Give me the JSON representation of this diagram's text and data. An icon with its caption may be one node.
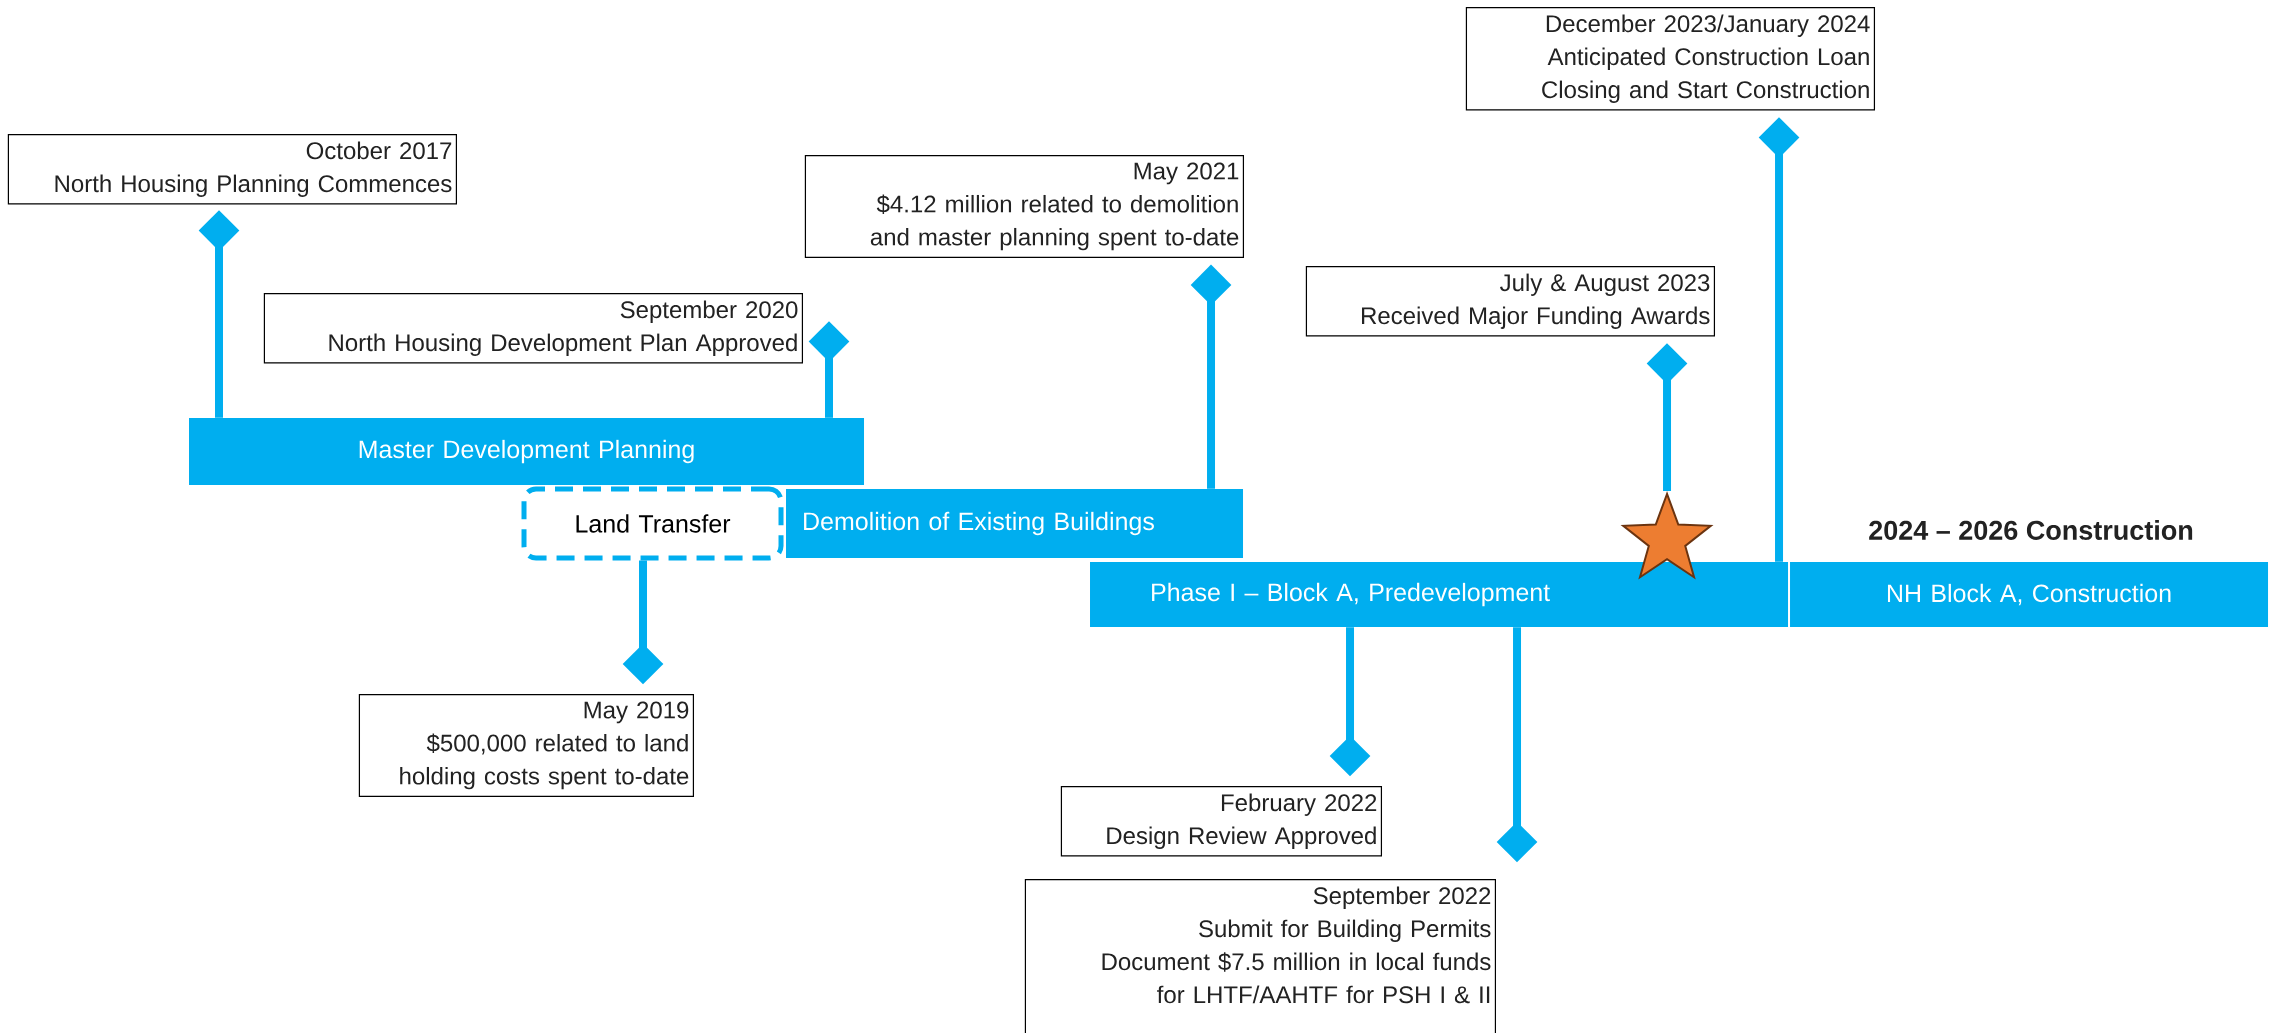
{
  "diagram": {
    "nodes": [
      {
        "text": [
          "December 2023/January 2024",
          "Anticipated Construction Loan Closing and Start Construction"
        ]
      },
      {
        "text": [
          "October 2017",
          "North Housing Planning Commences"
        ]
      },
      {
        "text": [
          "May 2021",
          "$4.12 million related to demolition and master planning spent to-date"
        ]
      },
      {
        "text": [
          "July & August 2023",
          "Received Major Funding Awards"
        ]
      },
      {
        "text": [
          "September 2020",
          "North Housing Development Plan Approved"
        ]
      },
      {
        "text": [
          "Master Development Planning"
        ]
      },
      {
        "text": [
          "Land Transfer"
        ]
      },
      {
        "text": [
          "Demolition of Existing Buildings"
        ]
      },
      {
        "text": [],
        "shape": "star"
      },
      {
        "text": [
          "Phase I – Block A, Predevelopment"
        ]
      },
      {
        "text": [
          "NH Block A, Construction"
        ],
        "beside": [
          "2024 – 2026 Construction"
        ]
      },
      {
        "text": [
          "May 2019",
          "$500,000 related to land holding costs spent to-date"
        ]
      },
      {
        "text": [
          "February 2022",
          "Design Review Approved"
        ]
      },
      {
        "text": [
          "September 2022",
          "Submit for Building Permits",
          "Document $7.5 million in local funds for LHTF/AAHTF for PSH I & II"
        ]
      }
    ],
    "edges": [
      {
        "from": 5,
        "to": 1,
        "arrow": "other"
      },
      {
        "from": 5,
        "to": 4,
        "arrow": "other"
      },
      {
        "from": 7,
        "to": 2,
        "arrow": "other"
      },
      {
        "from": 8,
        "to": 3,
        "arrow": "other"
      },
      {
        "from": 9,
        "to": 0,
        "arrow": "other"
      },
      {
        "from": 6,
        "to": 11,
        "arrow": "other"
      },
      {
        "from": 9,
        "to": 12,
        "arrow": "other"
      },
      {
        "from": 9,
        "to": 13,
        "arrow": "other"
      }
    ]
  }
}
